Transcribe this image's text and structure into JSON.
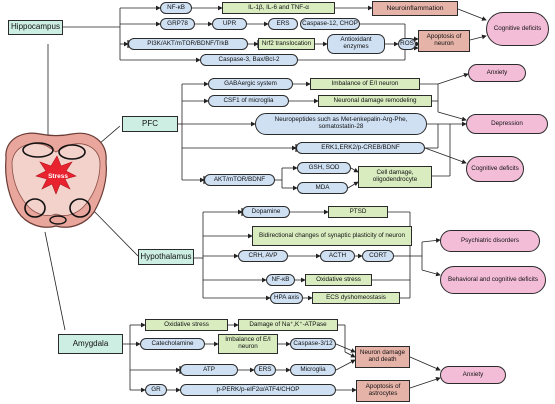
{
  "regions": {
    "hippocampus": "Hippocampus",
    "pfc": "PFC",
    "hypothalamus": "Hypothalamus",
    "amygdala": "Amygdala",
    "stress": "Stress"
  },
  "hippocampus": {
    "nfkb": "NF-κB",
    "cytokines": "IL-1β, IL-6 and TNF-α",
    "neuroinflammation": "Neuroinflammation",
    "grp78": "GRP78",
    "upr": "UPR",
    "ers": "ERS",
    "caspase12": "Caspase-12, CHOP",
    "pi3k": "PI3K/AKT/mTOR/BDNF/TrkB",
    "nrf2": "Nrf2 translocation",
    "antioxidant": "Antioxidant enzymes",
    "ros": "ROS",
    "apoptosis": "Apoptosis of neuron",
    "caspase3": "Caspase-3, Bax/Bcl-2",
    "cognitive": "Cognitive deficits"
  },
  "pfc": {
    "gaba": "GABAergic system",
    "imbalance": "Imbalance of E/I neuron",
    "anxiety": "Anxiety",
    "csf1": "CSF1 of microglia",
    "remodeling": "Neuronal damage remodeling",
    "neuropeptides": "Neuropeptides such as Met-enkepalin-Arg-Phe, somatostatin-28",
    "depression": "Depression",
    "erk": "ERK1,ERK2/p-CREB/BDNF",
    "cognitive": "Cognitive deficits",
    "akt": "AKT/mTOR/BDNF",
    "gsh": "GSH, SOD",
    "mda": "MDA",
    "cell_damage": "Cell damage, oligodendrocyte"
  },
  "hypothalamus": {
    "dopamine": "Dopamine",
    "ptsd": "PTSD",
    "plasticity": "Bidirectional changes of synaptic plasticity of neuron",
    "crh": "CRH, AVP",
    "acth": "ACTH",
    "cort": "CORT",
    "nfkb": "NF-κB",
    "oxidative": "Oxidative stress",
    "hpa": "HPA axis",
    "ecs": "ECS dyshomeostasis",
    "psychiatric": "Psychiatric disorders",
    "behavioral": "Behavioral and cognitive deficits"
  },
  "amygdala": {
    "oxidative": "Oxidative stress",
    "atpase": "Damage of Na⁺,K⁺-ATPase",
    "catecholamine": "Catecholamine",
    "imbalance": "Imbalance of E/I neuron",
    "caspase312": "Caspase-3/12",
    "neuron_damage": "Neuron damage and death",
    "atp": "ATP",
    "ers": "ERS",
    "microglia": "Microglia",
    "anxiety": "Anxiety",
    "gr": "GR",
    "perk": "p-PERK/p-eIF2α/ATF4/CHOP",
    "astrocytes": "Apoptosis of astrocytes"
  }
}
